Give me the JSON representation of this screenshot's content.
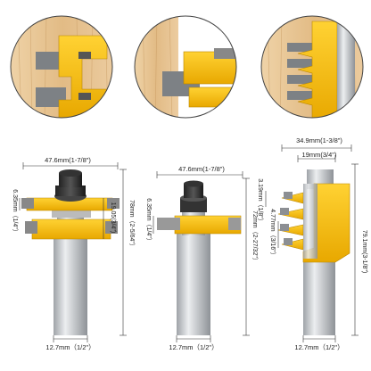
{
  "colors": {
    "accent_yellow": "#f5b800",
    "wood_light": "#e9c99a",
    "wood_dark": "#b98a55",
    "steel": "#c9ccd0",
    "carbide": "#8f9296",
    "dimension_line": "#333333"
  },
  "cutters": [
    {
      "name": "tongue-and-groove-stacked-cutter",
      "icon": "router-bit-icon",
      "width_label": "47.6mm(1-7/8\")",
      "cutter_height_label": "6.35mm（1/4\"）",
      "gap_label": "19.05(3/4\")",
      "total_height_label": "78mm（2-5/64\"）",
      "shank_label": "12.7mm（1/2\"）"
    },
    {
      "name": "single-cutter-bit",
      "icon": "router-bit-icon",
      "width_label": "47.6mm(1-7/8\")",
      "cutter_height_label": "6.35mm（1/4\"）",
      "total_height_label": "72mm（2-27/32\"）",
      "shank_label": "12.7mm（1/2\"）"
    },
    {
      "name": "finger-joint-cutter",
      "icon": "router-bit-icon",
      "width_label": "34.9mm(1-3/8\")",
      "top_width_label": "19mm(3/4\")",
      "tooth_height_label": "3.19mm（1/8\"）",
      "tooth_pitch_label": "4.77mm（3/16\"）",
      "total_height_label": "79.1mm(3-1/8\")",
      "shank_label": "12.7mm（1/2\"）"
    }
  ],
  "insets": [
    {
      "name": "tongue-groove-joint-inset",
      "icon": "wood-joint-icon"
    },
    {
      "name": "single-cut-joint-inset",
      "icon": "wood-joint-icon"
    },
    {
      "name": "finger-joint-inset",
      "icon": "wood-joint-icon"
    }
  ]
}
